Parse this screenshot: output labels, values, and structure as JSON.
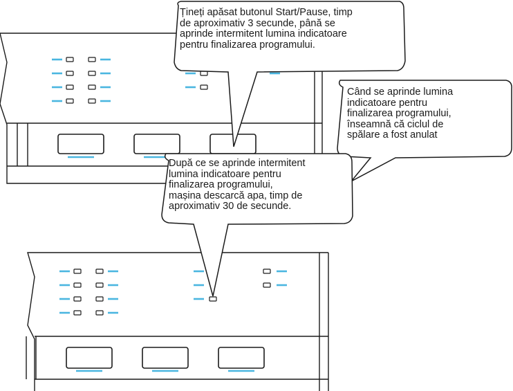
{
  "colors": {
    "outline": "#1a1a1a",
    "accent": "#4ab6e0",
    "background": "#ffffff"
  },
  "callouts": {
    "top": "Țineți apăsat butonul Start/Pause, timp\nde aproximativ 3 secunde, până se\naprinde intermitent lumina indicatoare\npentru finalizarea programului.",
    "right": "Când se aprinde lumina\nindicatoare pentru\nfinalizarea programului,\nînseamnă că ciclul de\nspălare a fost anulat",
    "middle": "După ce se aprinde intermitent\nlumina indicatoare pentru\nfinalizarea programului,\nmașina descarcă apa, timp de\naproximativ 30 de secunde."
  }
}
